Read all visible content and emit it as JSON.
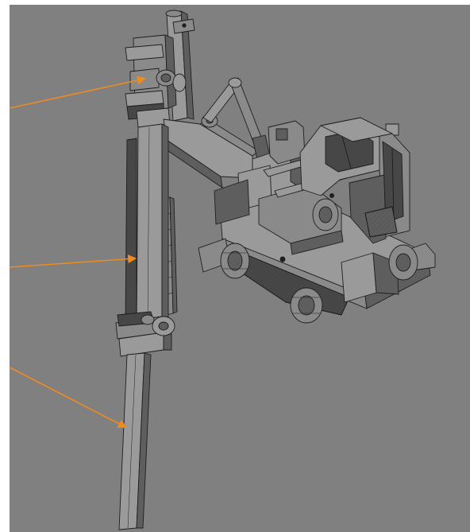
{
  "figure": {
    "background_color": "#808080",
    "frame_color": "#ffffff",
    "line_color": "#1e1e1e",
    "arrow_color": "#ee8a22",
    "light_face": "#9a9a9a",
    "mid_face": "#8a8a8a",
    "dark_face": "#5e5e5e",
    "shadow_face": "#474747",
    "annotation_arrows": [
      {
        "id": "top-clamp-arrow",
        "label": ""
      },
      {
        "id": "mast-arrow",
        "label": ""
      },
      {
        "id": "lower-pipe-arrow",
        "label": ""
      }
    ],
    "components": [
      "top-pipe",
      "upper-clamp",
      "boom-arm",
      "hydraulic-cylinder",
      "carrier-body",
      "operator-cab",
      "wheels",
      "mast-column",
      "guide-rail",
      "lower-clamp",
      "lower-pipe"
    ]
  }
}
